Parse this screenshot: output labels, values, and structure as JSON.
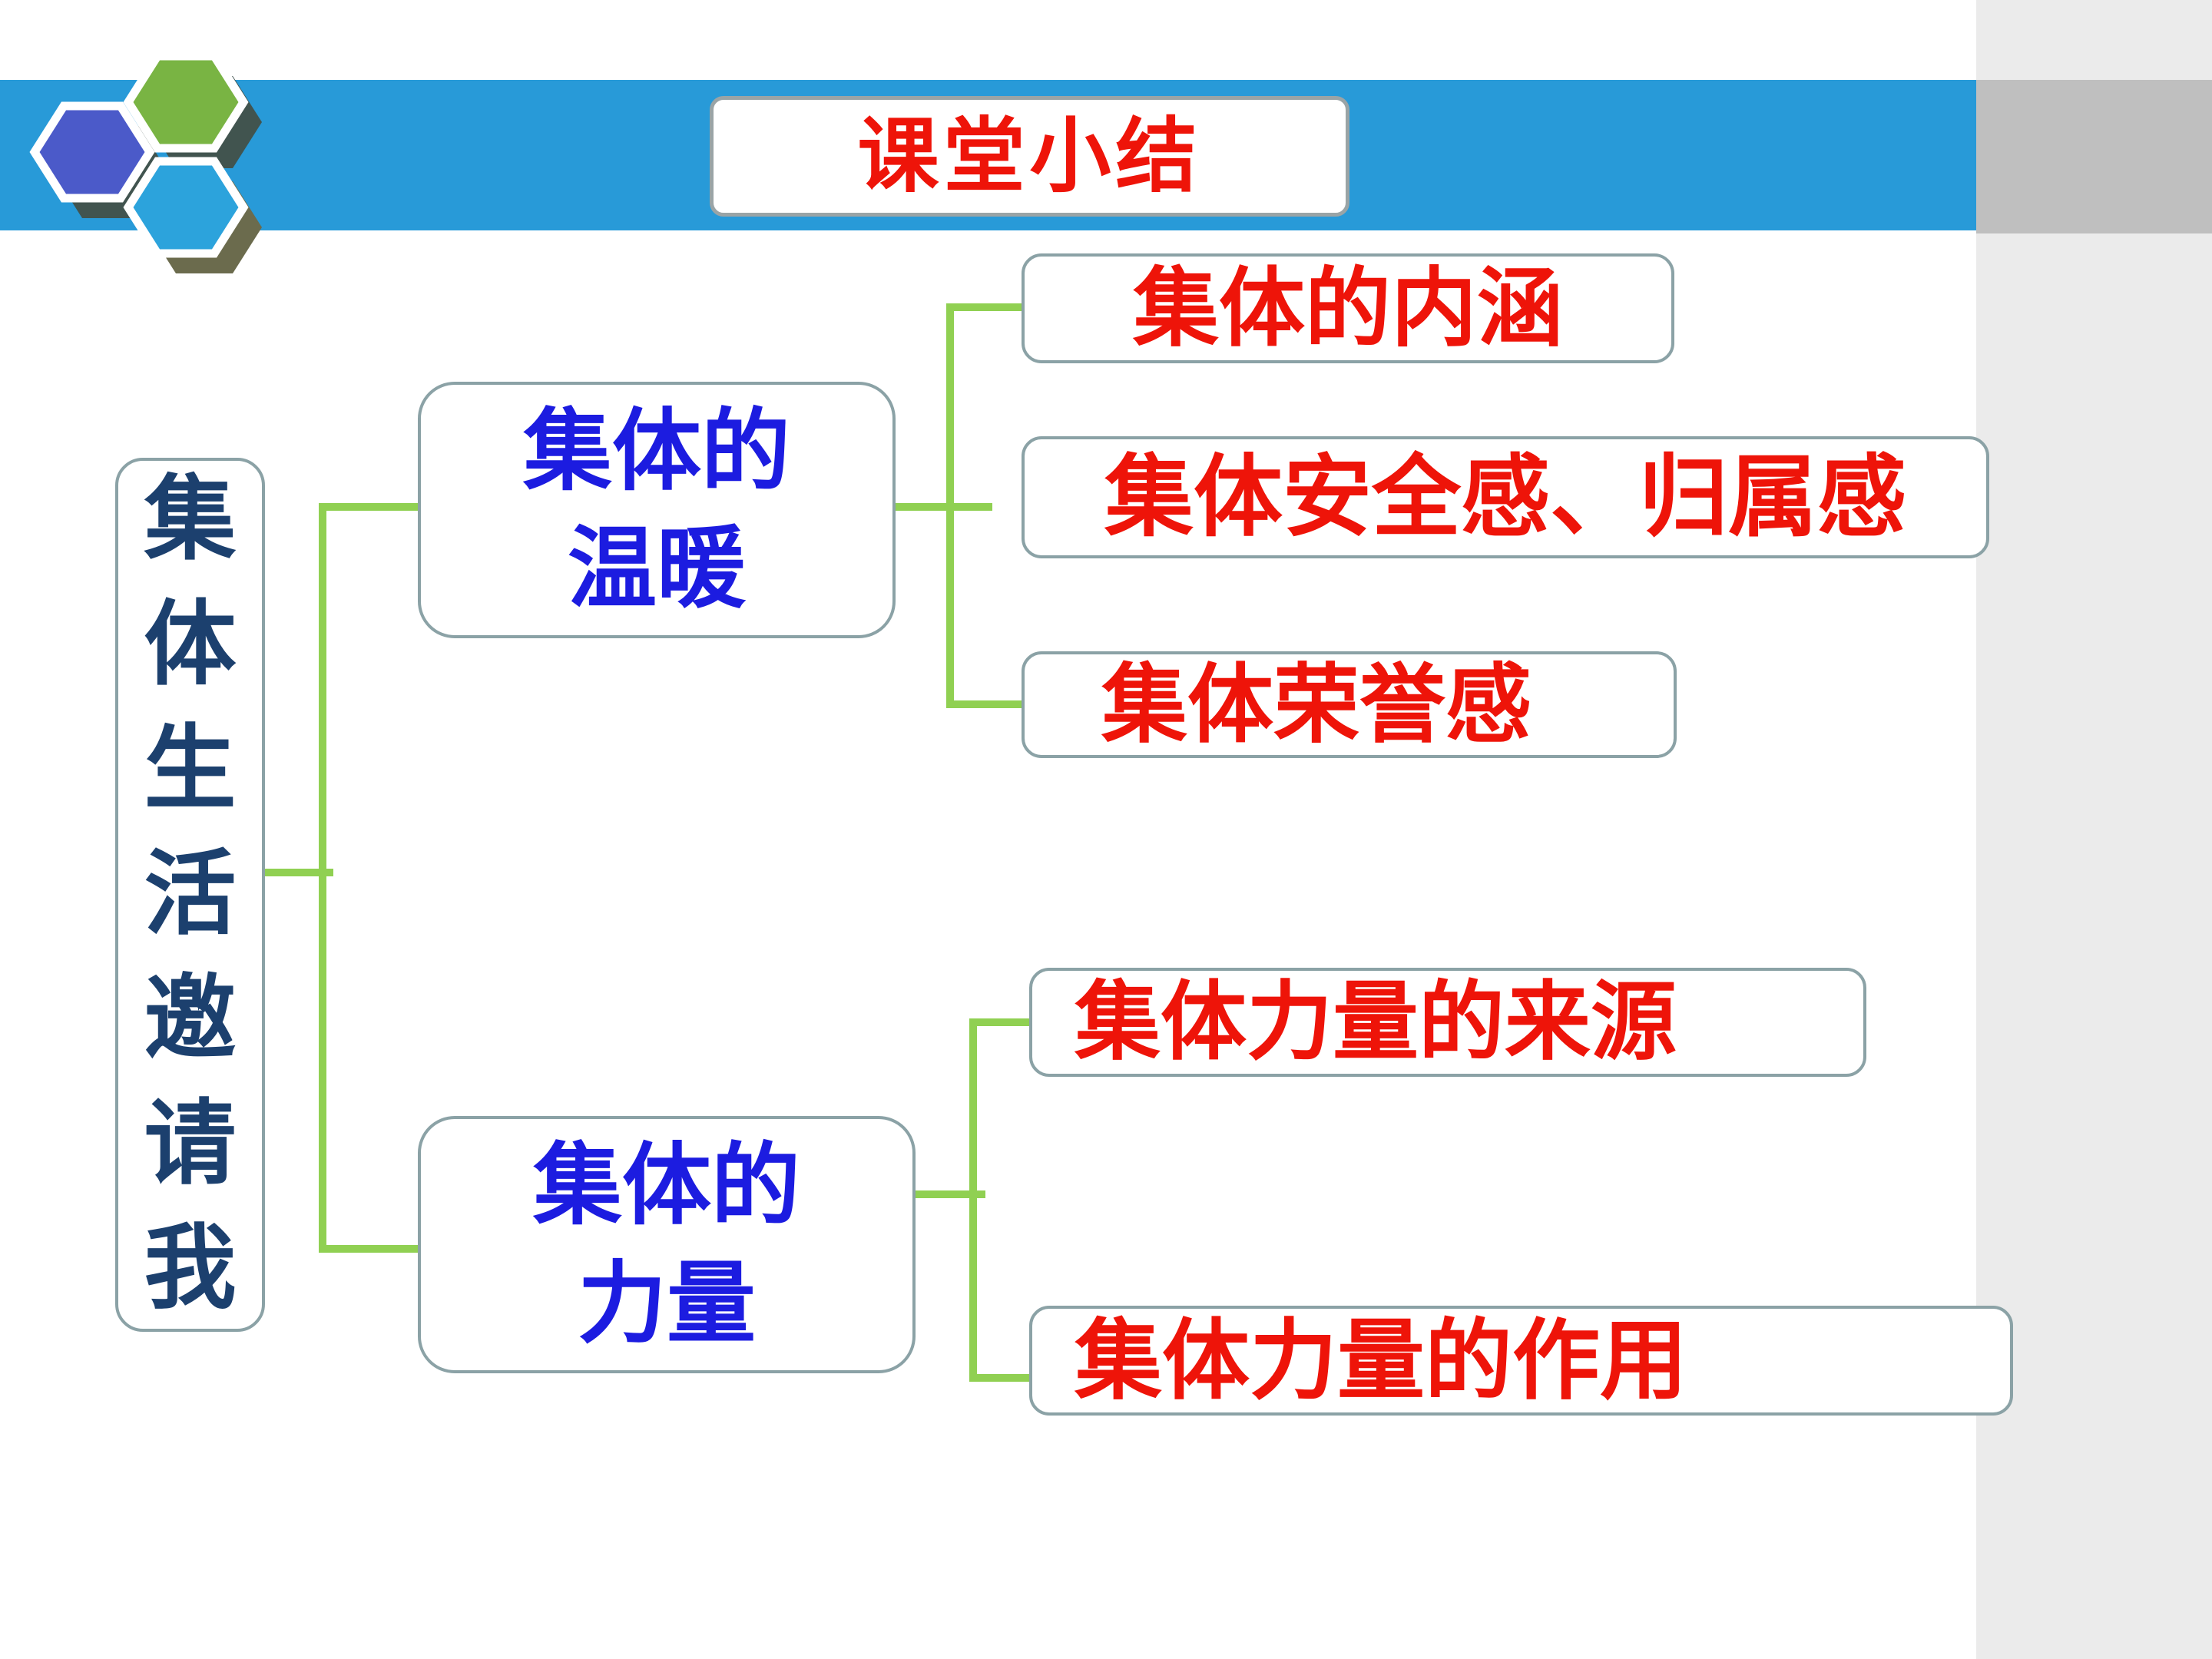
{
  "header": {
    "title": "课堂小结"
  },
  "logo": {
    "hexagons": [
      "green-hexagon",
      "violet-hexagon",
      "cyan-hexagon"
    ]
  },
  "diagram": {
    "root": {
      "label": "集体生活邀请我"
    },
    "branches": [
      {
        "label": "集体的\n温暖",
        "children": [
          {
            "label": "集体的内涵"
          },
          {
            "label": "集体安全感、归属感"
          },
          {
            "label": "集体荣誉感"
          }
        ]
      },
      {
        "label": "集体的\n力量",
        "children": [
          {
            "label": "集体力量的来源"
          },
          {
            "label": "集体力量的作用"
          }
        ]
      }
    ]
  },
  "colors": {
    "banner_blue": "#289AD8",
    "stripe_gray": "#EBEBEB",
    "stripe_band_gray": "#BFBFBF",
    "connector_green": "#90D052",
    "node_border_gray": "#8BA2A6",
    "title_border_gray": "#9AA4A6",
    "leaf_text_red": "#EE1409",
    "branch_text_blue": "#1C1CE0",
    "root_text_navy": "#1C406E",
    "hex_green": "#79B443",
    "hex_violet": "#4B5AC9",
    "hex_cyan": "#2CA3DC",
    "hex_shadow_dark": "#41544F",
    "hex_shadow_olive": "#6B6B4D"
  }
}
